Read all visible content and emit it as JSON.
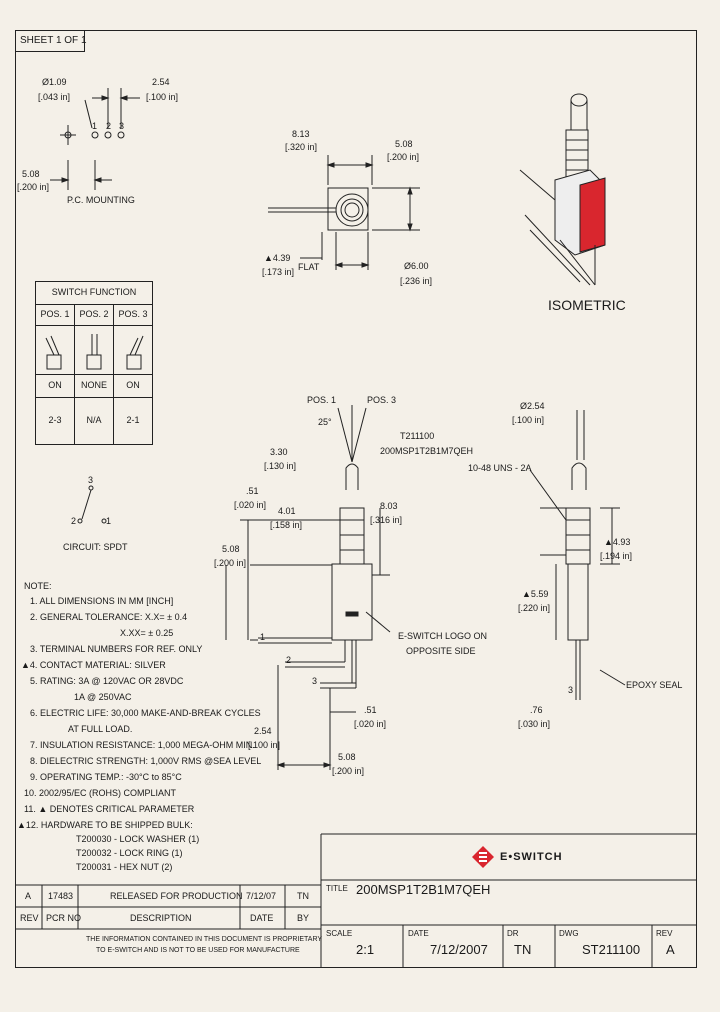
{
  "sheet": "SHEET 1 OF 1",
  "pc_mounting": {
    "hole_dia": "Ø1.09",
    "hole_dia_in": "[.043 in]",
    "pitch": "2.54",
    "pitch_in": "[.100 in]",
    "offset": "5.08",
    "offset_in": "[.200 in]",
    "pins": [
      "1",
      "2",
      "3"
    ],
    "label": "P.C. MOUNTING"
  },
  "side_view": {
    "width": "8.13",
    "width_in": "[.320 in]",
    "height": "5.08",
    "height_in": "[.200 in]",
    "flat_dim": "4.39",
    "flat_dim_in": "[.173 in]",
    "flat_label": "FLAT",
    "thread_dia": "Ø6.00",
    "thread_dia_in": "[.236 in]"
  },
  "isometric_label": "ISOMETRIC",
  "switch_function": {
    "title": "SWITCH FUNCTION",
    "headers": [
      "POS. 1",
      "POS. 2",
      "POS. 3"
    ],
    "row_state": [
      "ON",
      "NONE",
      "ON"
    ],
    "row_terminals": [
      "2-3",
      "N/A",
      "2-1"
    ]
  },
  "circuit": {
    "label": "CIRCUIT: SPDT",
    "pins": [
      "3",
      "2",
      "1"
    ]
  },
  "front_view": {
    "pos1": "POS. 1",
    "pos3": "POS. 3",
    "angle": "25°",
    "part_code": "T211100",
    "part_no": "200MSP1T2B1M7QEH",
    "d1": "3.30",
    "d1_in": "[.130 in]",
    "d2": ".51",
    "d2_in": "[.020 in]",
    "d3": "4.01",
    "d3_in": "[.158 in]",
    "d4": "8.03",
    "d4_in": "[.316 in]",
    "d5": "5.08",
    "d5_in": "[.200 in]",
    "logo_note_1": "E-SWITCH LOGO ON",
    "logo_note_2": "OPPOSITE SIDE",
    "d6": ".51",
    "d6_in": "[.020 in]",
    "d7": "2.54",
    "d7_in": "[.100 in]",
    "d8": "5.08",
    "d8_in": "[.200 in]",
    "pins": [
      "1",
      "2",
      "3"
    ]
  },
  "right_view": {
    "dia": "Ø2.54",
    "dia_in": "[.100 in]",
    "thread": "10-48 UNS - 2A",
    "d1": "4.93",
    "d1_in": "[.194 in]",
    "d2": "5.59",
    "d2_in": "[.220 in]",
    "epoxy": "EPOXY SEAL",
    "d3": ".76",
    "d3_in": "[.030 in]",
    "pin": "3"
  },
  "notes": {
    "title": "NOTE:",
    "lines": [
      "1. ALL DIMENSIONS IN MM [INCH]",
      "2. GENERAL TOLERANCE: X.X= ± 0.4",
      "X.XX= ± 0.25",
      "3. TERMINAL NUMBERS FOR REF. ONLY",
      "▲4. CONTACT MATERIAL: SILVER",
      "5. RATING: 3A @ 120VAC OR 28VDC",
      "1A @ 250VAC",
      "6. ELECTRIC LIFE: 30,000 MAKE-AND-BREAK CYCLES",
      "AT FULL LOAD.",
      "7. INSULATION RESISTANCE: 1,000 MEGA-OHM MIN.",
      "8. DIELECTRIC STRENGTH: 1,000V RMS @SEA LEVEL",
      "9. OPERATING TEMP.: -30°C to 85°C",
      "10. 2002/95/EC (ROHS) COMPLIANT",
      "11. ▲ DENOTES CRITICAL PARAMETER",
      "▲12. HARDWARE TO BE SHIPPED BULK:",
      "T200030 - LOCK WASHER (1)",
      "T200032 - LOCK RING (1)",
      "T200031 - HEX NUT (2)"
    ]
  },
  "revision": {
    "rev": "A",
    "pcr": "17483",
    "desc": "RELEASED FOR PRODUCTION",
    "date": "7/12/07",
    "by": "TN",
    "headers": [
      "REV",
      "PCR NO",
      "DESCRIPTION",
      "DATE",
      "BY"
    ]
  },
  "proprietary": [
    "THE INFORMATION CONTAINED IN THIS DOCUMENT IS PROPRIETARY",
    "TO E-SWITCH AND IS NOT TO BE USED FOR MANUFACTURE"
  ],
  "brand": "E•SWITCH",
  "brand_color": "#d9262e",
  "title_block": {
    "title_label": "TITLE",
    "title": "200MSP1T2B1M7QEH",
    "scale_label": "SCALE",
    "scale": "2:1",
    "date_label": "DATE",
    "date": "7/12/2007",
    "dr_label": "DR",
    "dr": "TN",
    "dwg_label": "DWG",
    "dwg": "ST211100",
    "rev_label": "REV",
    "rev": "A"
  }
}
